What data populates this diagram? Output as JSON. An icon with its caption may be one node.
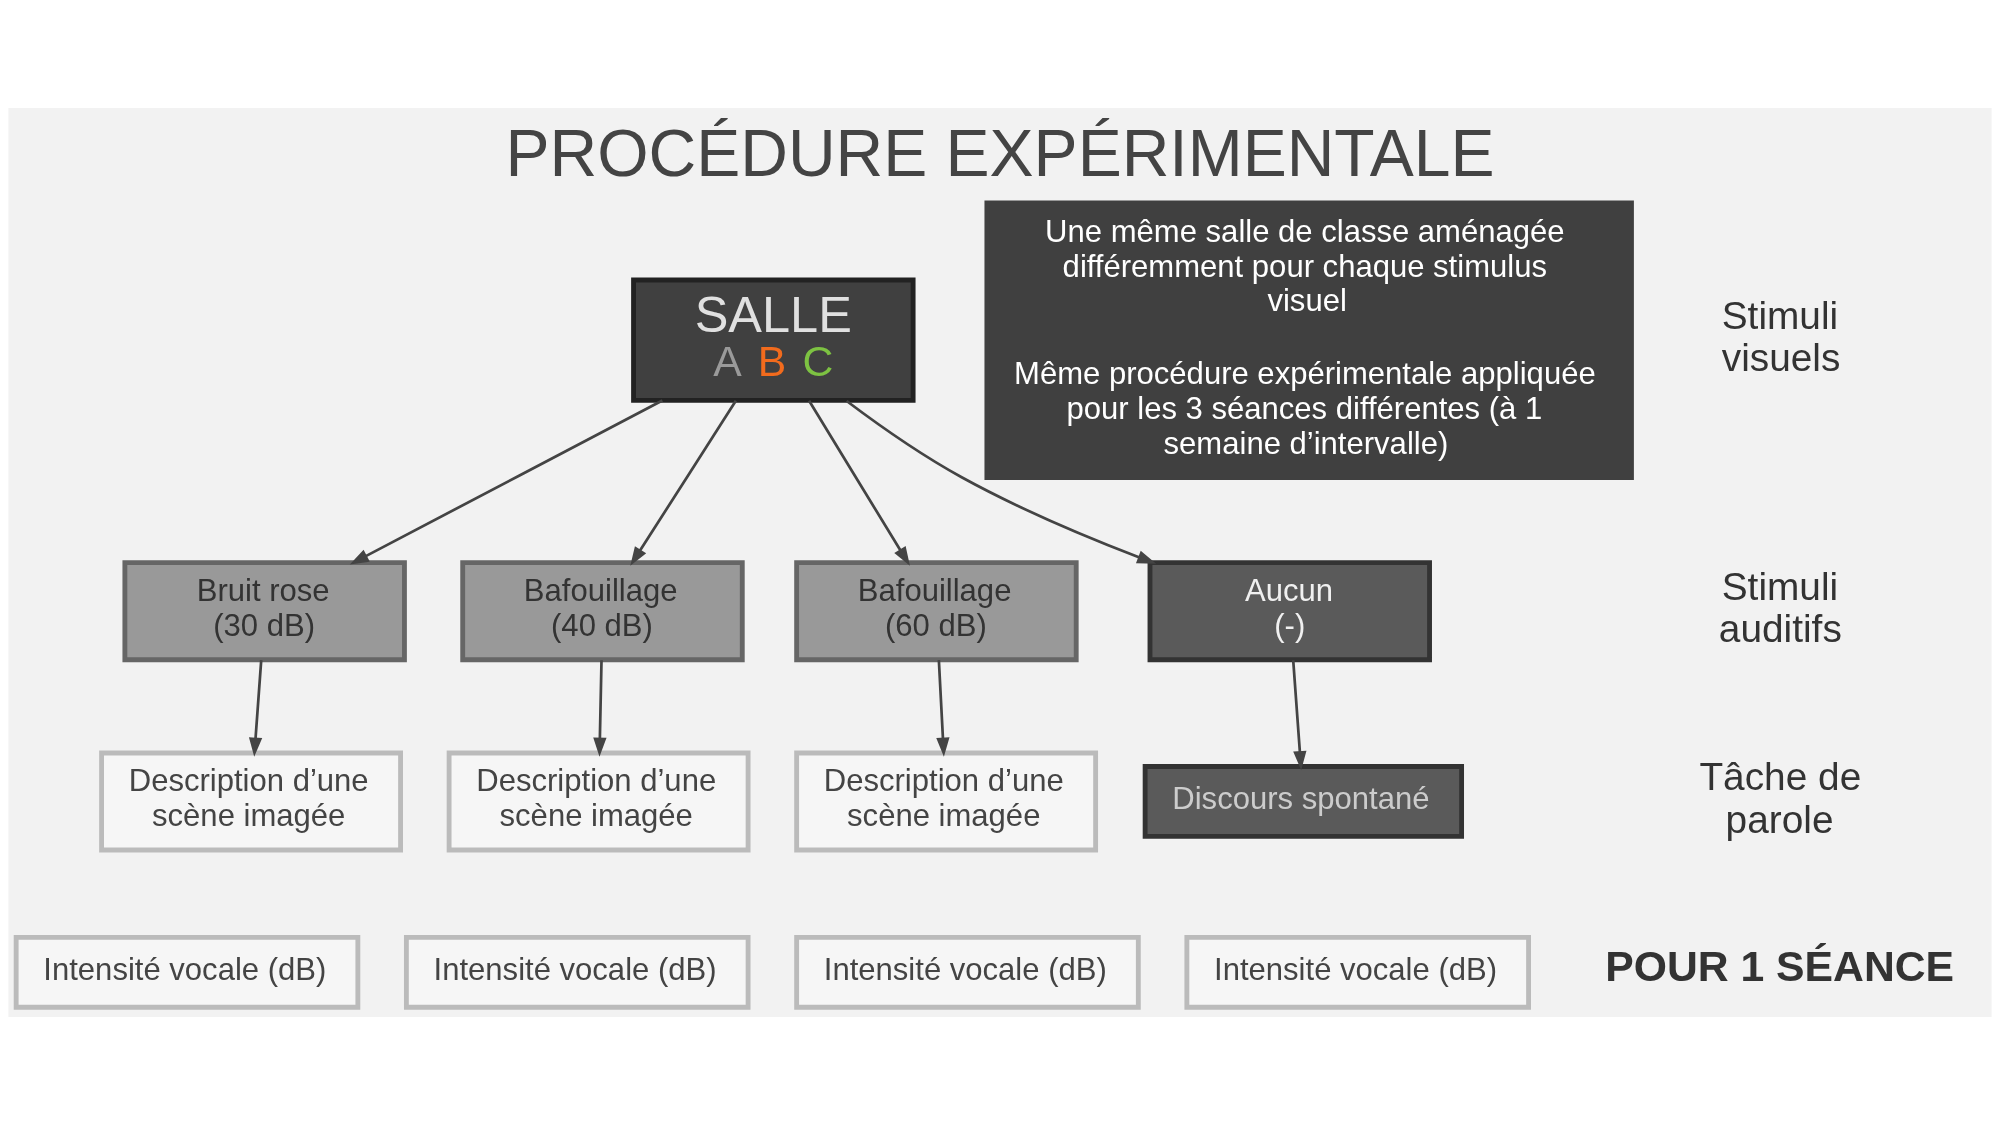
{
  "diagram": {
    "title": "PROCÉDURE EXPÉRIMENTALE",
    "nodes": [
      {
        "text": [
          "SALLE",
          "A",
          "B",
          "C"
        ]
      },
      {
        "text": [
          "Bruit rose",
          "(30 dB)"
        ]
      },
      {
        "text": [
          "Bafouillage",
          "(40 dB)"
        ]
      },
      {
        "text": [
          "Bafouillage",
          "(60 dB)"
        ]
      },
      {
        "text": [
          "Aucun",
          "(-)"
        ]
      },
      {
        "text": [
          "Description d’une scène imagée"
        ]
      },
      {
        "text": [
          "Description d’une scène imagée"
        ]
      },
      {
        "text": [
          "Description d’une scène imagée"
        ]
      },
      {
        "text": [
          "Discours spontané"
        ]
      },
      {
        "text": [
          "Intensité vocale (dB)"
        ]
      },
      {
        "text": [
          "Intensité vocale (dB)"
        ]
      },
      {
        "text": [
          "Intensité vocale (dB)"
        ]
      },
      {
        "text": [
          "Intensité vocale (dB)"
        ]
      },
      {
        "text": [
          "Une même salle de classe aménagée différemment pour chaque stimulus visuel",
          "Même procédure expérimentale appliquée pour les 3 séances différentes (à 1 semaine d’intervalle)"
        ]
      }
    ],
    "edges": [
      {
        "from": 0,
        "to": 1,
        "arrow": "to"
      },
      {
        "from": 0,
        "to": 2,
        "arrow": "to"
      },
      {
        "from": 0,
        "to": 3,
        "arrow": "to"
      },
      {
        "from": 0,
        "to": 4,
        "arrow": "to"
      },
      {
        "from": 1,
        "to": 5,
        "arrow": "to"
      },
      {
        "from": 2,
        "to": 6,
        "arrow": "to"
      },
      {
        "from": 3,
        "to": 7,
        "arrow": "to"
      },
      {
        "from": 4,
        "to": 8,
        "arrow": "to"
      }
    ],
    "labels": [
      "Stimuli visuels",
      "Stimuli auditifs",
      "Tâche de parole",
      "POUR 1 SÉANCE"
    ]
  }
}
